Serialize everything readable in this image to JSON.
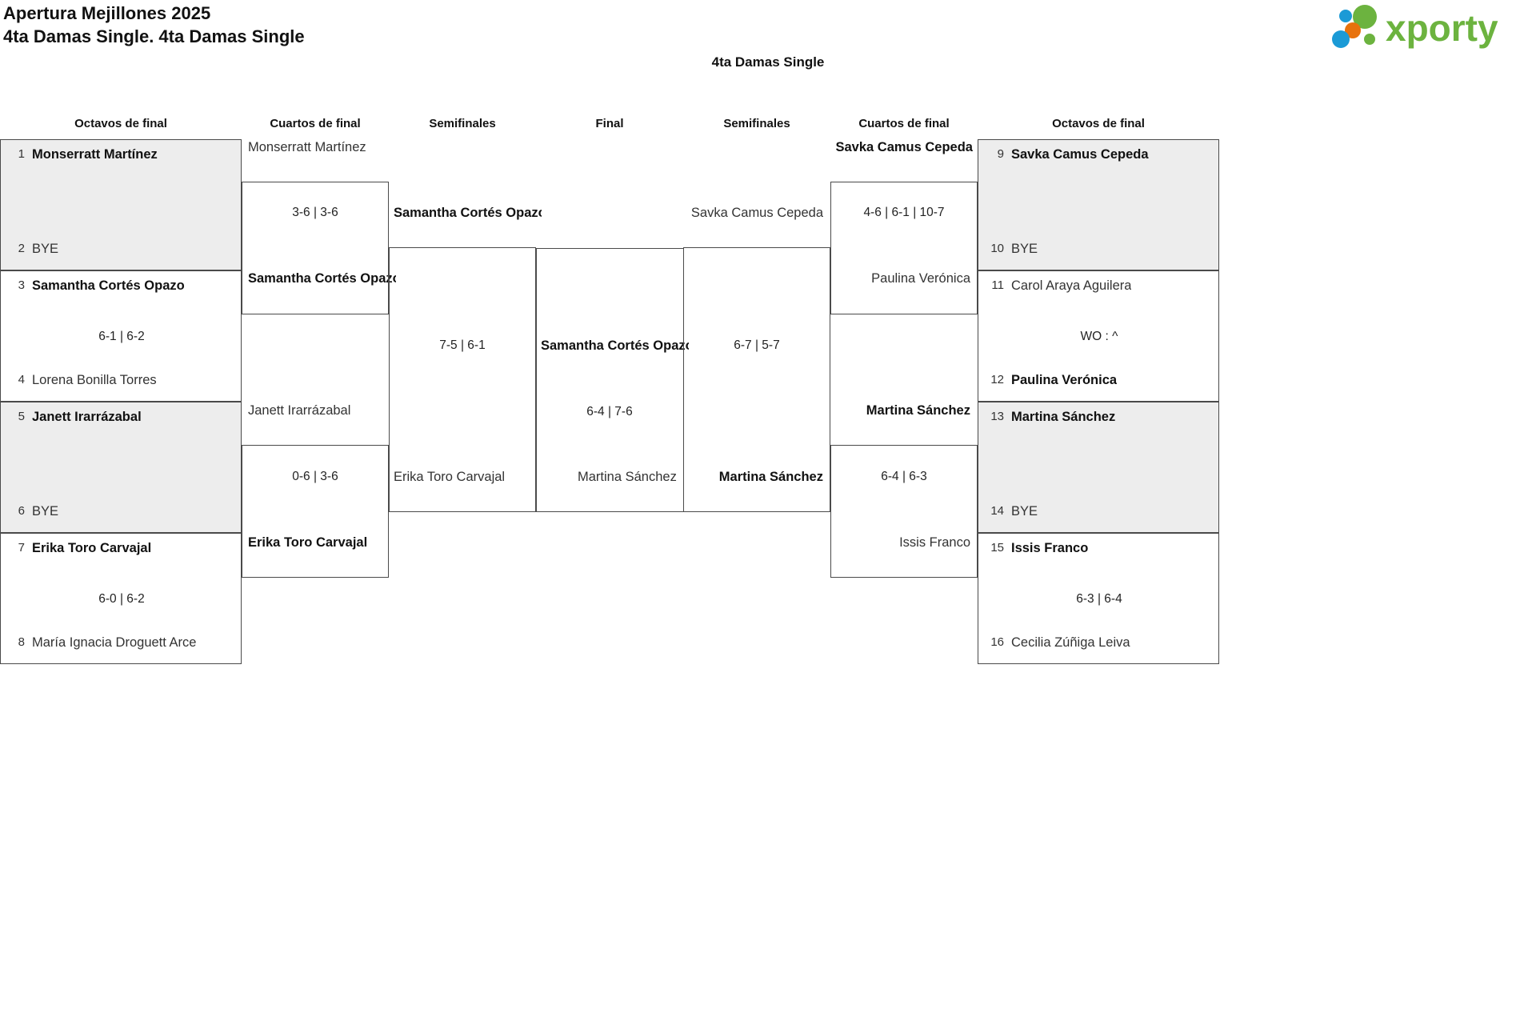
{
  "header": {
    "tournament": "Apertura Mejillones 2025",
    "category_line": "4ta Damas Single. 4ta Damas Single",
    "logo_text": "xporty",
    "logo_colors": {
      "green": "#6cb33f",
      "blue": "#1b9ad6",
      "orange": "#e8720c"
    }
  },
  "draw_title": "4ta Damas Single",
  "round_labels": {
    "left_r16": "Octavos de final",
    "left_qf": "Cuartos de final",
    "left_sf": "Semifinales",
    "final": "Final",
    "right_sf": "Semifinales",
    "right_qf": "Cuartos de final",
    "right_r16": "Octavos de final"
  },
  "left": {
    "r16": [
      {
        "top": {
          "seed": "1",
          "name": "Monserratt Martínez",
          "winner": true
        },
        "bottom": {
          "seed": "2",
          "name": "BYE",
          "winner": false
        },
        "score": "",
        "shaded": true
      },
      {
        "top": {
          "seed": "3",
          "name": "Samantha Cortés Opazo",
          "winner": true
        },
        "bottom": {
          "seed": "4",
          "name": "Lorena Bonilla Torres",
          "winner": false
        },
        "score": "6-1 | 6-2",
        "shaded": false
      },
      {
        "top": {
          "seed": "5",
          "name": "Janett Irarrázabal",
          "winner": true
        },
        "bottom": {
          "seed": "6",
          "name": "BYE",
          "winner": false
        },
        "score": "",
        "shaded": true
      },
      {
        "top": {
          "seed": "7",
          "name": "Erika Toro Carvajal",
          "winner": true
        },
        "bottom": {
          "seed": "8",
          "name": "María Ignacia Droguett Arce",
          "winner": false
        },
        "score": "6-0 | 6-2",
        "shaded": false
      }
    ],
    "qf": [
      {
        "top": {
          "name": "Monserratt Martínez",
          "winner": false
        },
        "bottom": {
          "name": "Samantha Cortés Opazo",
          "winner": true
        },
        "score": "3-6 | 3-6"
      },
      {
        "top": {
          "name": "Janett Irarrázabal",
          "winner": false
        },
        "bottom": {
          "name": "Erika Toro Carvajal",
          "winner": true
        },
        "score": "0-6 | 3-6"
      }
    ],
    "sf": [
      {
        "top": {
          "name": "Samantha Cortés Opazo",
          "winner": true
        },
        "bottom": {
          "name": "Erika Toro Carvajal",
          "winner": false
        },
        "score": "7-5 | 6-1"
      }
    ]
  },
  "final": {
    "top": {
      "name": "Samantha Cortés Opazo",
      "winner": true
    },
    "bottom": {
      "name": "Martina Sánchez",
      "winner": false
    },
    "score": "6-4 | 7-6"
  },
  "right": {
    "r16": [
      {
        "top": {
          "seed": "9",
          "name": "Savka Camus Cepeda",
          "winner": true
        },
        "bottom": {
          "seed": "10",
          "name": "BYE",
          "winner": false
        },
        "score": "",
        "shaded": true
      },
      {
        "top": {
          "seed": "11",
          "name": "Carol Araya Aguilera",
          "winner": false
        },
        "bottom": {
          "seed": "12",
          "name": "Paulina Verónica",
          "winner": true
        },
        "score": "WO : ^",
        "shaded": false
      },
      {
        "top": {
          "seed": "13",
          "name": "Martina Sánchez",
          "winner": true
        },
        "bottom": {
          "seed": "14",
          "name": "BYE",
          "winner": false
        },
        "score": "",
        "shaded": true
      },
      {
        "top": {
          "seed": "15",
          "name": "Issis Franco",
          "winner": true
        },
        "bottom": {
          "seed": "16",
          "name": "Cecilia Zúñiga Leiva",
          "winner": false
        },
        "score": "6-3 | 6-4",
        "shaded": false
      }
    ],
    "qf": [
      {
        "top": {
          "name": "Savka Camus Cepeda",
          "winner": true
        },
        "bottom": {
          "name": "Paulina Verónica",
          "winner": false
        },
        "score": "4-6 | 6-1 | 10-7"
      },
      {
        "top": {
          "name": "Martina Sánchez",
          "winner": true
        },
        "bottom": {
          "name": "Issis Franco",
          "winner": false
        },
        "score": "6-4 | 6-3"
      }
    ],
    "sf": [
      {
        "top": {
          "name": "Savka Camus Cepeda",
          "winner": false
        },
        "bottom": {
          "name": "Martina Sánchez",
          "winner": true
        },
        "score": "6-7 | 5-7"
      }
    ]
  }
}
